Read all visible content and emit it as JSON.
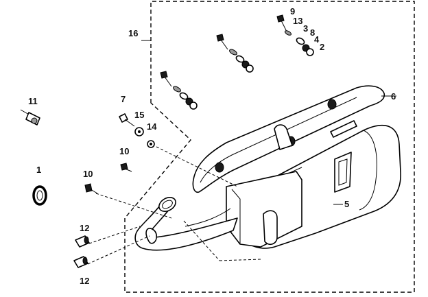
{
  "callouts": {
    "c1": "1",
    "c2": "2",
    "c3": "3",
    "c4": "4",
    "c5": "5",
    "c6": "6",
    "c7": "7",
    "c8": "8",
    "c9": "9",
    "c10a": "10",
    "c10b": "10",
    "c11": "11",
    "c12a": "12",
    "c12b": "12",
    "c13": "13",
    "c14": "14",
    "c15": "15",
    "c16": "16"
  }
}
